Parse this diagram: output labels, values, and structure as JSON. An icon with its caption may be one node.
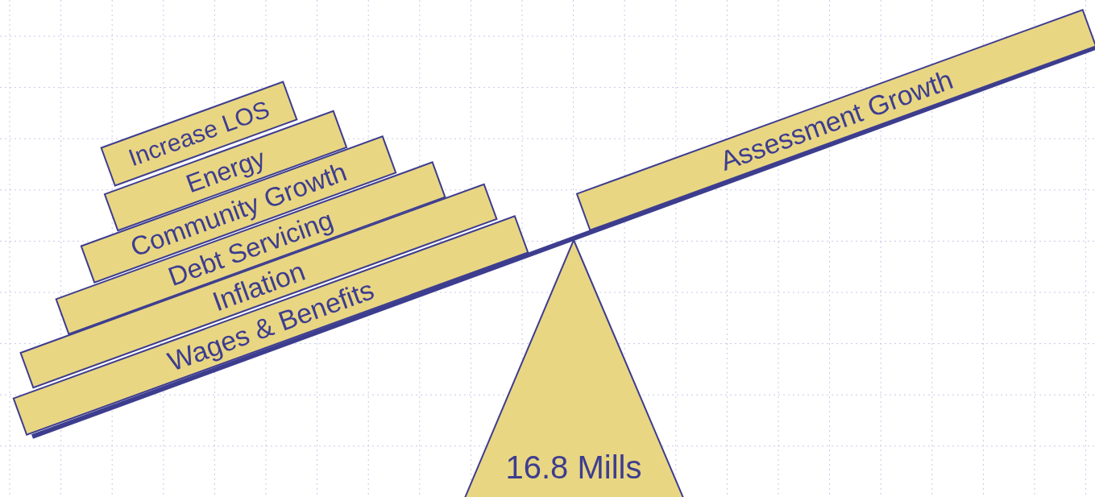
{
  "diagram": {
    "nodes": [
      {
        "text": [
          "Increase LOS"
        ]
      },
      {
        "text": [
          "Energy"
        ]
      },
      {
        "text": [
          "Community Growth"
        ]
      },
      {
        "text": [
          "Debt Servicing"
        ]
      },
      {
        "text": [
          "Inflation"
        ]
      },
      {
        "text": [
          "Wages & Benefits"
        ]
      },
      {
        "text": [
          "Assessment Growth"
        ]
      },
      {
        "text": [
          "16.8 Mills"
        ]
      }
    ]
  }
}
